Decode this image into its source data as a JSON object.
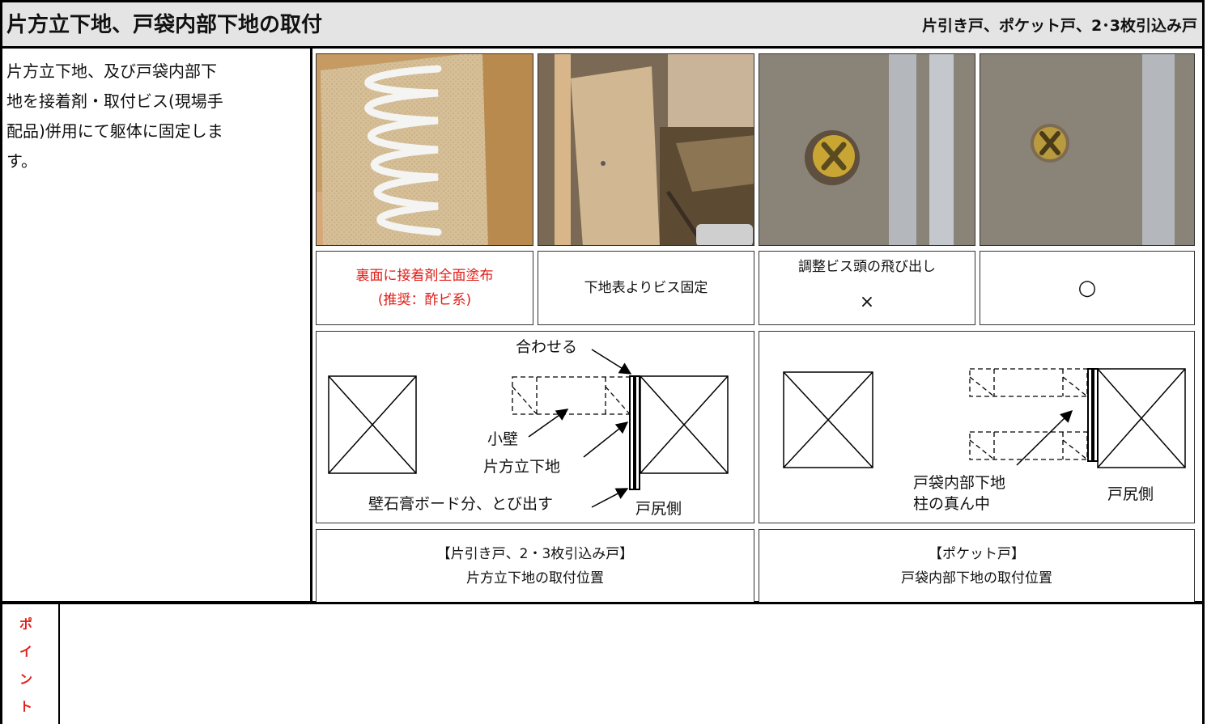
{
  "header": {
    "title": "片方立下地、戸袋内部下地の取付",
    "subtitle": "片引き戸、ポケット戸、2･3枚引込み戸"
  },
  "description": {
    "line1": "片方立下地、及び戸袋内部下",
    "line2": "地を接着剤・取付ビス(現場手",
    "line3": "配品)併用にて躯体に固定しま",
    "line4": "す。"
  },
  "captions": {
    "adhesive_line1": "裏面に接着剤全面塗布",
    "adhesive_line2": "(推奨：酢ビ系)",
    "screw_fix": "下地表よりビス固定",
    "screw_protrude": "調整ビス頭の飛び出し",
    "mark_ng": "×",
    "mark_ok": "○"
  },
  "diagram_left": {
    "align": "合わせる",
    "small_wall": "小壁",
    "katahodate": "片方立下地",
    "board": "壁石膏ボード分、とび出す",
    "door_tail": "戸尻側",
    "label_line1": "【片引き戸、2・3枚引込み戸】",
    "label_line2": "片方立下地の取付位置"
  },
  "diagram_right": {
    "tobukuro": "戸袋内部下地",
    "center": "柱の真ん中",
    "door_tail": "戸尻側",
    "label_line1": "【ポケット戸】",
    "label_line2": "戸袋内部下地の取付位置"
  },
  "point": {
    "chars": [
      "ポ",
      "イ",
      "ン",
      "ト"
    ]
  },
  "colors": {
    "accent_red": "#e0201a",
    "header_bg": "#e4e4e4"
  }
}
